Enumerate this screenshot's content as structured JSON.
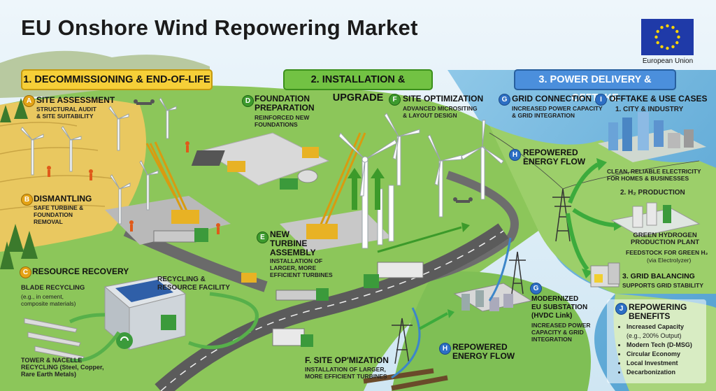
{
  "title": "EU Onshore Wind Repowering Market",
  "logo": {
    "caption": "European Union",
    "flag_colors": {
      "field": "#1f3aa8",
      "stars": "#ffd500"
    }
  },
  "sections": [
    {
      "label": "1. DECOMMISSIONING & END-OF-LIFE",
      "color": "#f6cf38"
    },
    {
      "label": "2. INSTALLATION & UPGRADE",
      "color": "#72c243"
    },
    {
      "label": "3. POWER DELIVERY & OFFTAKE",
      "color": "#4b8fdc"
    }
  ],
  "steps": {
    "a": {
      "letter": "A",
      "title": "SITE ASSESSMENT",
      "desc": [
        "STRUCTURAL AUDIT",
        "& SITE SUITABILITY"
      ]
    },
    "b": {
      "letter": "B",
      "title": "DISMANTLING",
      "desc": [
        "SAFE TURBINE &",
        "FOUNDATION",
        "REMOVAL"
      ]
    },
    "c": {
      "letter": "C",
      "title": "RESOURCE RECOVERY",
      "facility": [
        "RECYCLING &",
        "RESOURCE FACILITY"
      ],
      "blade_title": "BLADE RECYCLING",
      "blade_desc": [
        "(e.g., in cement,",
        "composite materials)"
      ],
      "tower": [
        "TOWER & NACELLE",
        "RECYCLING (Steel, Copper,",
        "Rare Earth Metals)"
      ]
    },
    "d": {
      "letter": "D",
      "title": [
        "FOUNDATION",
        "PREPARATION"
      ],
      "desc": [
        "REINFORCED NEW",
        "FOUNDATIONS"
      ]
    },
    "e": {
      "letter": "E",
      "title": [
        "NEW",
        "TURBINE",
        "ASSEMBLY"
      ],
      "desc": [
        "INSTALLATION OF",
        "LARGER, MORE",
        "EFFICIENT TURBINES"
      ]
    },
    "f_top": {
      "letter": "F",
      "title": "SITE OPTIMIZATION",
      "desc": [
        "ADVANCED MICROSITING",
        "& LAYOUT DESIGN"
      ]
    },
    "f_bottom": {
      "letter": "F",
      "title": "SITE OPʹMIZATION",
      "desc": [
        "INSTALLATION OF LARGER,",
        "MORE EFFICIENT TURBINES"
      ]
    },
    "g_top": {
      "letter": "G",
      "title": "GRID CONNECTION",
      "desc": [
        "INCREASED POWER CAPACITY",
        "& GRID INTEGRATION"
      ]
    },
    "g_bottom": {
      "letter": "G",
      "title": [
        "MODERNIZED",
        "EU SUBSTATION",
        "(HVDC Link)"
      ],
      "desc": [
        "INCREASED POWER",
        "CAPACITY & GRID",
        "INTEGRATION"
      ]
    },
    "h_top": {
      "letter": "H",
      "title": [
        "REPOWERED",
        "ENERGY FLOW"
      ]
    },
    "h_bottom": {
      "letter": "H",
      "title": [
        "REPOWERED",
        "ENERGY FLOW"
      ]
    },
    "i": {
      "letter": "I",
      "title": "OFFTAKE & USE CASES",
      "city_title": "1. CITY & INDUSTRY",
      "city_desc": [
        "CLEAN, RELIABLE ELECTRICITY",
        "FOR HOMES & BUSINESSES"
      ],
      "h2_title": "2. H₂ PRODUCTION",
      "plant": [
        "GREEN HYDROGEN",
        "PRODUCTION PLANT"
      ],
      "plant_desc": "FEEDSTOCK FOR GREEN H₂",
      "plant_note": "(via Electrolyzer)",
      "balancing_title": "3. GRID BALANCING",
      "balancing_desc": "SUPPORTS GRID STABILITY"
    },
    "j": {
      "letter": "J",
      "title": [
        "REPOWERING",
        "BENEFITS"
      ],
      "items": [
        "Increased Capacity",
        "(e.g., 200% Output)",
        "Modern Tech (D-MSG)",
        "Circular Economy",
        "Local Investment",
        "Decarbonization"
      ]
    }
  },
  "icons": [
    "drone-icon",
    "excavator-icon",
    "crane-icon",
    "wind-turbine-icon",
    "truck-icon",
    "factory-icon",
    "battery-icon",
    "substation-icon",
    "transmission-tower-icon",
    "recycle-icon",
    "city-icon"
  ]
}
